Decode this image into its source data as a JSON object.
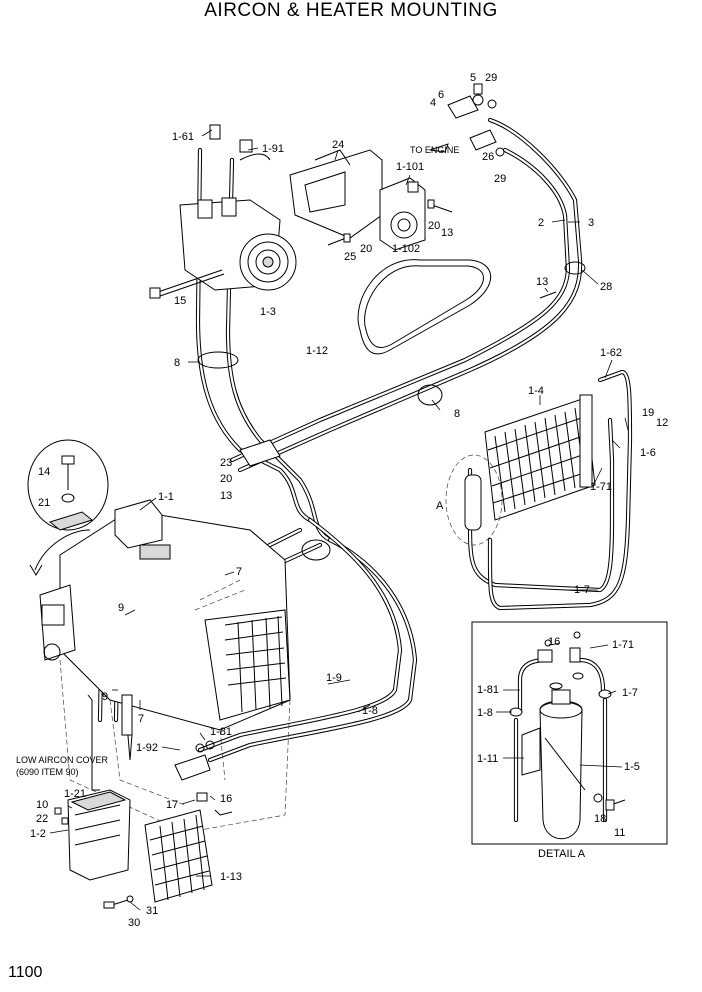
{
  "title": "AIRCON & HEATER MOUNTING",
  "page_number": "1100",
  "callouts": [
    "1-61",
    "1-91",
    "24",
    "1-101",
    "5",
    "29",
    "6",
    "4",
    "TO ENGINE",
    "26",
    "29",
    "2",
    "3",
    "20",
    "13",
    "1-102",
    "20",
    "25",
    "15",
    "1-3",
    "1-12",
    "13",
    "28",
    "8",
    "1-62",
    "1-4",
    "8",
    "19",
    "12",
    "1-6",
    "23",
    "20",
    "13",
    "1-71",
    "A",
    "14",
    "21",
    "1-1",
    "7",
    "9",
    "1-9",
    "1-8",
    "9",
    "7",
    "1-81",
    "1-92",
    "LOW AIRCON COVER",
    "(6090 ITEM 90)",
    "17",
    "16",
    "10",
    "1-21",
    "22",
    "1-2",
    "1-13",
    "31",
    "30",
    "16",
    "1-71",
    "1-81",
    "1-7",
    "1-8",
    "1-11",
    "1-5",
    "18",
    "11",
    "DETAIL A",
    "1-7"
  ]
}
